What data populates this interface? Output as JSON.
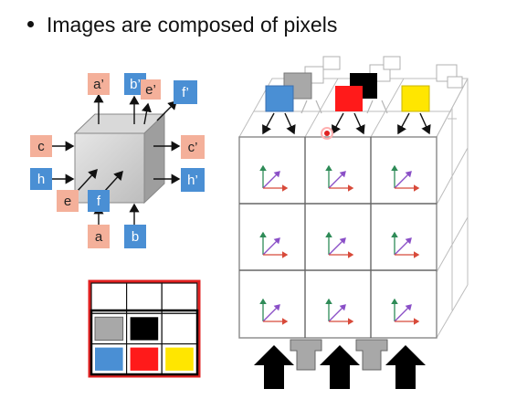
{
  "slide": {
    "bullet_text": "Images are composed of pixels"
  },
  "cube_labels": {
    "a_prime": "a’",
    "b_prime": "b’",
    "e_prime": "e’",
    "f_prime": "f’",
    "c": "c",
    "c_prime": "c’",
    "h": "h",
    "h_prime": "h’",
    "e": "e",
    "f": "f",
    "a": "a",
    "b": "b"
  },
  "colors": {
    "salmon": "#f4b09a",
    "blue": "#4a8fd4",
    "gray": "#a8a8a8",
    "black": "#000000",
    "red": "#ff1a1a",
    "yellow": "#ffe600",
    "border_red": "#e02020"
  },
  "pixel_grid": {
    "rows": [
      [
        "white",
        "white",
        "white"
      ],
      [
        "gray",
        "black",
        "white"
      ],
      [
        "blue",
        "red",
        "yellow"
      ]
    ]
  }
}
